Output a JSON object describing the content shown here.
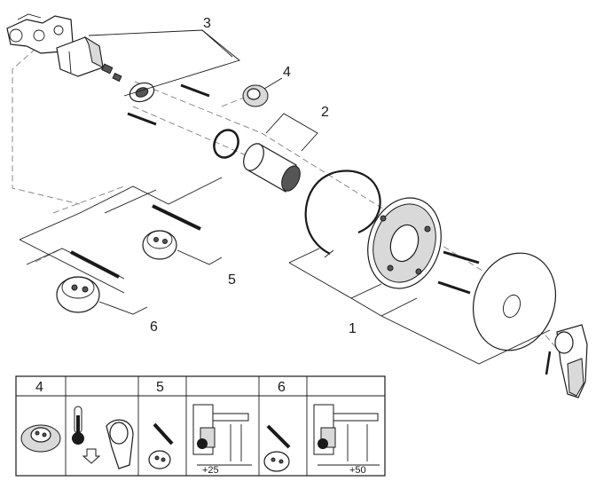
{
  "callouts": {
    "c1": "1",
    "c2": "2",
    "c3": "3",
    "c4": "4",
    "c5": "5",
    "c6": "6"
  },
  "legend": {
    "cells": [
      {
        "label": "4"
      },
      {
        "label": "5"
      },
      {
        "label": "6"
      }
    ],
    "dim_25": "+25",
    "dim_50": "+50"
  }
}
